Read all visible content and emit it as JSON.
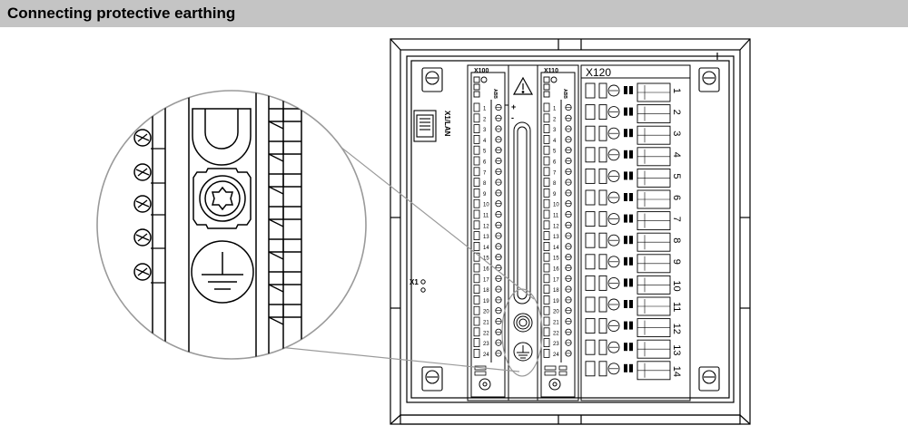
{
  "header": {
    "title": "Connecting protective earthing"
  },
  "colors": {
    "header_bg": "#c4c4c4",
    "line": "#000000",
    "leader": "#9a9a9a"
  },
  "device": {
    "slots": {
      "x100": "X100",
      "x110": "X110",
      "x120": "X120",
      "x1_lan": "X1/LAN",
      "x1": "X1",
      "abb": "ABB",
      "plus": "+",
      "minus": "-"
    },
    "x100_numbers": [
      "1",
      "2",
      "3",
      "4",
      "5",
      "6",
      "7",
      "8",
      "9",
      "10",
      "11",
      "12",
      "13",
      "14",
      "15",
      "16",
      "17",
      "18",
      "19",
      "20",
      "21",
      "22",
      "23",
      "24"
    ],
    "x110_numbers": [
      "1",
      "2",
      "3",
      "4",
      "5",
      "6",
      "7",
      "8",
      "9",
      "10",
      "11",
      "12",
      "13",
      "14",
      "15",
      "16",
      "17",
      "18",
      "19",
      "20",
      "21",
      "22",
      "23",
      "24"
    ],
    "x120_numbers": [
      "1",
      "2",
      "3",
      "4",
      "5",
      "6",
      "7",
      "8",
      "9",
      "10",
      "11",
      "12",
      "13",
      "14"
    ]
  },
  "icons": {
    "warning": "warning-triangle-icon",
    "earth": "protective-earth-icon",
    "screw": "earthing-screw-icon",
    "lan": "rj45-port-icon"
  }
}
